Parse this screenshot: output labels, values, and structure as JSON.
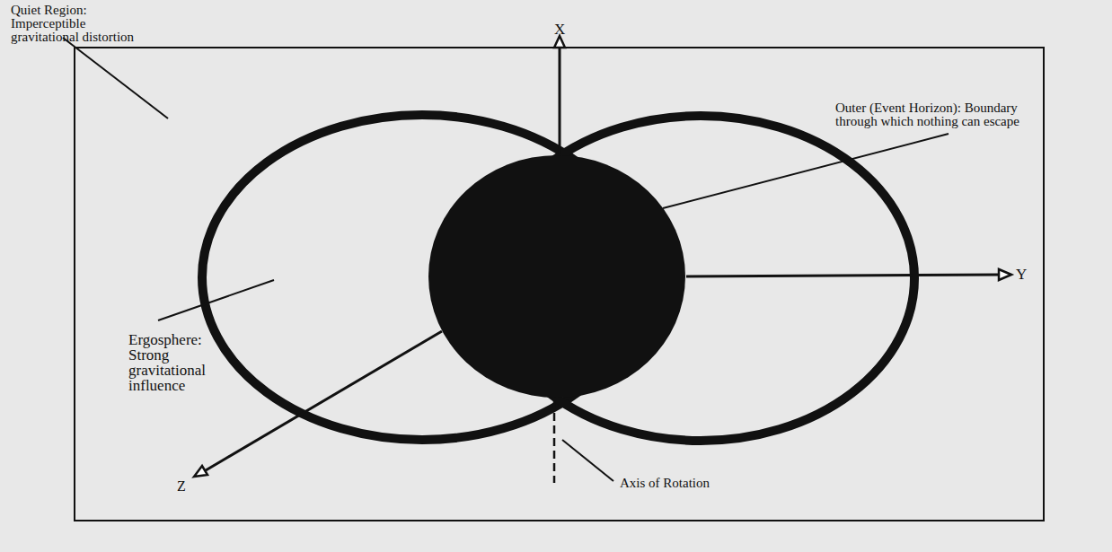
{
  "diagram": {
    "labels": [
      "Quiet Region: Imperceptible gravitational distortion",
      "X",
      "Outer (Event Horizon): Boundary through which nothing can escape",
      "Y",
      "Ergosphere: Strong gravitational influence",
      "Z",
      "Axis of Rotation"
    ]
  }
}
